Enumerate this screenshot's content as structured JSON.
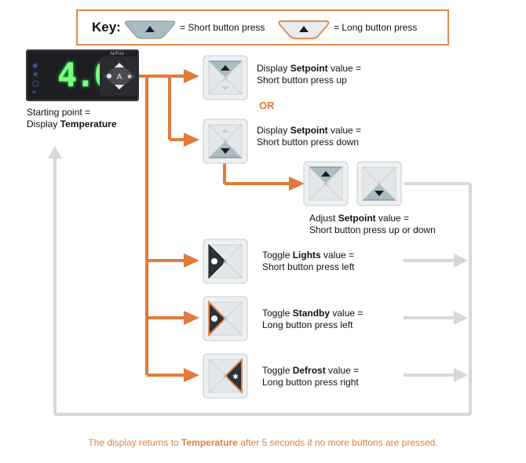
{
  "key": {
    "title": "Key:",
    "short_label": "= Short button press",
    "long_label": "= Long button press"
  },
  "display": {
    "value": "4.0",
    "brand": "AirFrio"
  },
  "start": {
    "line1": "Starting point =",
    "line2_prefix": "Display ",
    "line2_bold": "Temperature"
  },
  "steps": {
    "setpoint_up": {
      "l1_prefix": "Display ",
      "l1_bold": "Setpoint",
      "l1_suffix": " value =",
      "l2": "Short button press up"
    },
    "or": "OR",
    "setpoint_down": {
      "l1_prefix": "Display ",
      "l1_bold": "Setpoint",
      "l1_suffix": " value =",
      "l2": "Short button press down"
    },
    "adjust": {
      "l1_prefix": "Adjust ",
      "l1_bold": "Setpoint",
      "l1_suffix": " value =",
      "l2": "Short button press up or down"
    },
    "lights": {
      "l1_prefix": "Toggle ",
      "l1_bold": "Lights",
      "l1_suffix": " value =",
      "l2": "Short button press left"
    },
    "standby": {
      "l1_prefix": "Toggle ",
      "l1_bold": "Standby",
      "l1_suffix": " value =",
      "l2": "Long button press left"
    },
    "defrost": {
      "l1_prefix": "Toggle ",
      "l1_bold": "Defrost",
      "l1_suffix": " value =",
      "l2": "Long button press right"
    }
  },
  "footer": {
    "prefix": "The display returns to ",
    "bold": "Temperature",
    "suffix": " after 5 seconds if no more buttons are pressed."
  },
  "colors": {
    "orange": "#e07b39",
    "grey_arrow": "#d8d8d8",
    "short_fill": "#a9bcc4",
    "long_outline": "#e38a4f"
  }
}
